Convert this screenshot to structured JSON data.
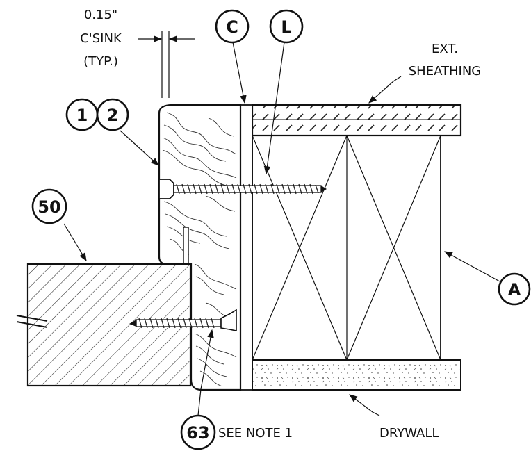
{
  "callouts": {
    "part_1": "1",
    "part_2": "2",
    "part_50": "50",
    "part_63": "63",
    "detail_c": "C",
    "detail_l": "L",
    "detail_a": "A"
  },
  "labels": {
    "csink_line1": "0.15\"",
    "csink_line2": "C'SINK",
    "csink_line3": "(TYP.)",
    "sheathing_line1": "EXT.",
    "sheathing_line2": "SHEATHING",
    "see_note": "SEE NOTE 1",
    "drywall": "DRYWALL"
  }
}
